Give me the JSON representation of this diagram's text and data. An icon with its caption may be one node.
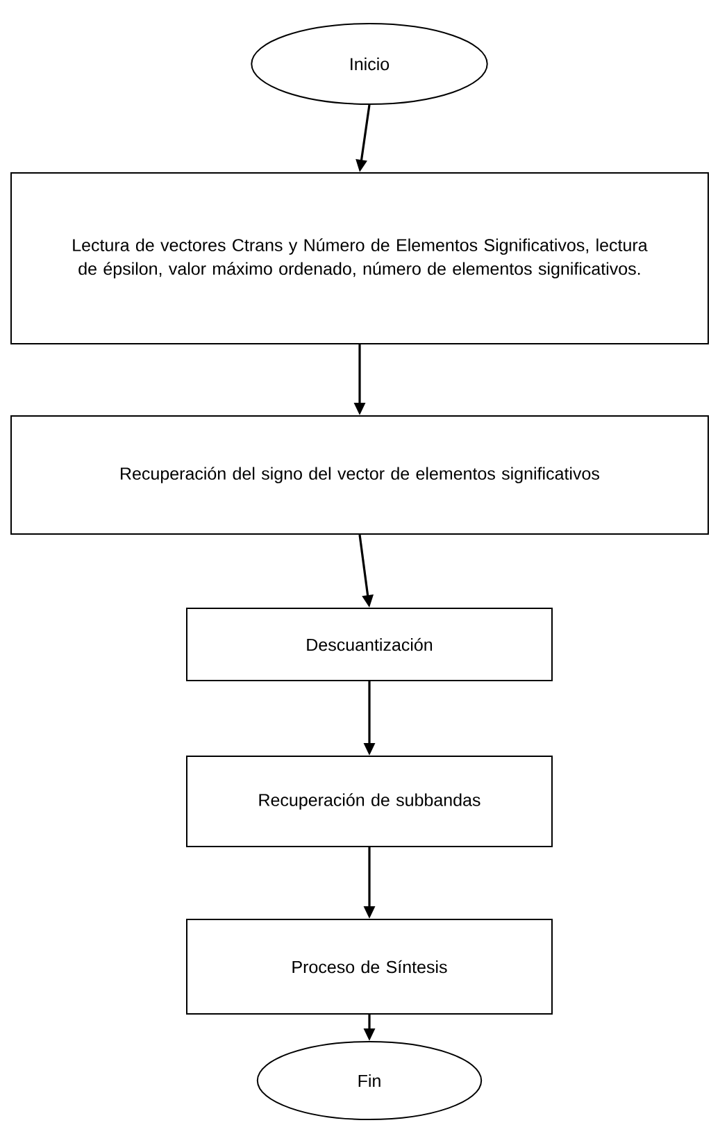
{
  "diagram": {
    "nodes": [
      {
        "text": [
          "Inicio"
        ]
      },
      {
        "text": [
          "Lectura de vectores Ctrans y Número de Elementos Significativos, lectura de épsilon, valor máximo ordenado, número de elementos significativos."
        ]
      },
      {
        "text": [
          "Recuperación del signo del vector de elementos significativos"
        ]
      },
      {
        "text": [
          "Descuantización"
        ]
      },
      {
        "text": [
          "Recuperación de subbandas"
        ]
      },
      {
        "text": [
          "Proceso de Síntesis"
        ]
      },
      {
        "text": [
          "Fin"
        ]
      }
    ],
    "edges": [
      {
        "from": 0,
        "to": 1,
        "arrow": "to"
      },
      {
        "from": 1,
        "to": 2,
        "arrow": "to"
      },
      {
        "from": 2,
        "to": 3,
        "arrow": "to"
      },
      {
        "from": 3,
        "to": 4,
        "arrow": "to"
      },
      {
        "from": 4,
        "to": 5,
        "arrow": "to"
      },
      {
        "from": 5,
        "to": 6,
        "arrow": "to"
      }
    ]
  }
}
